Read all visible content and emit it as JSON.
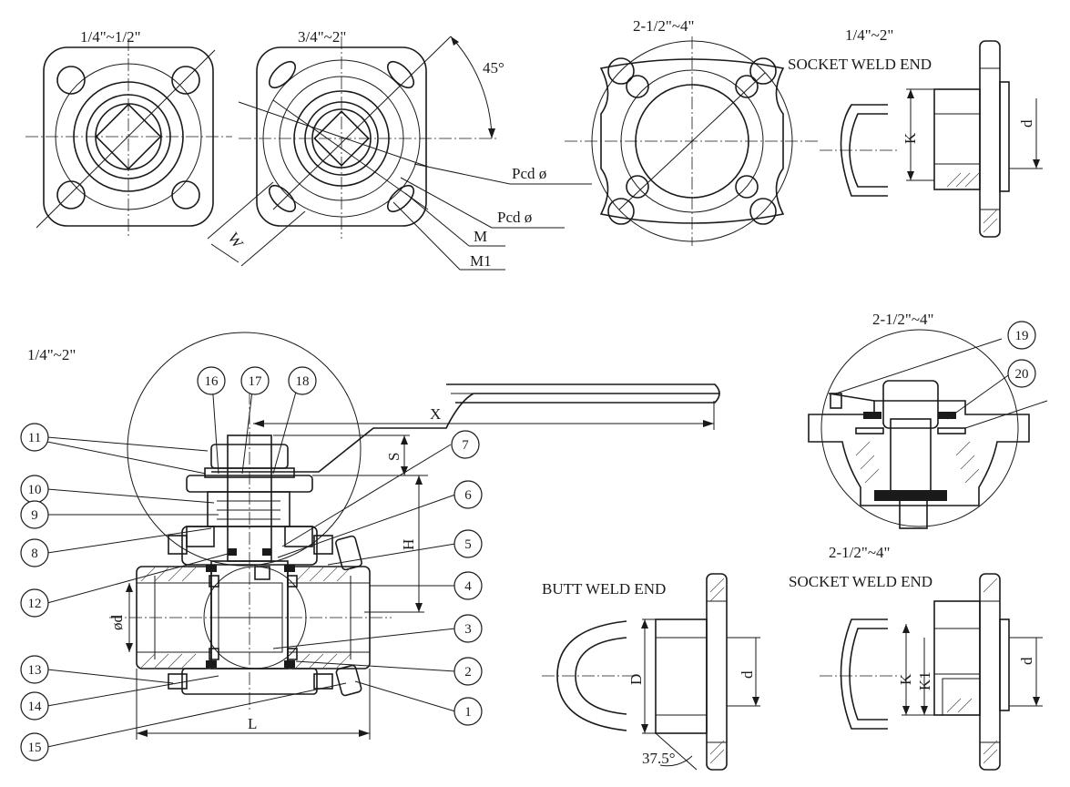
{
  "size_labels": {
    "top_a": "1/4\"~1/2\"",
    "top_b": "3/4\"~2\"",
    "top_c": "2-1/2\"~4\"",
    "top_d": "1/4\"~2\"",
    "mid_left": "1/4\"~2\"",
    "mid_right": "2-1/2\"~4\"",
    "bottom_right": "2-1/2\"~4\""
  },
  "end_labels": {
    "socket_weld_top": "SOCKET WELD END",
    "butt_weld": "BUTT WELD END",
    "socket_weld_bottom": "SOCKET WELD END"
  },
  "dimensions": {
    "angle": "45°",
    "pcd_1": "Pcd ø",
    "pcd_2": "Pcd ø",
    "m": "M",
    "m1": "M1",
    "w": "W",
    "k_top": "K",
    "d_top": "d",
    "x": "X",
    "s": "S",
    "h": "H",
    "od": "ød",
    "l": "L",
    "big_d": "D",
    "d_butt": "d",
    "chamfer": "37.5°",
    "k_bottom": "K",
    "k1_bottom": "K1",
    "d_bottom": "d"
  },
  "balloons": [
    "1",
    "2",
    "3",
    "4",
    "5",
    "6",
    "7",
    "8",
    "9",
    "10",
    "11",
    "12",
    "13",
    "14",
    "15",
    "16",
    "17",
    "18",
    "19",
    "20"
  ]
}
